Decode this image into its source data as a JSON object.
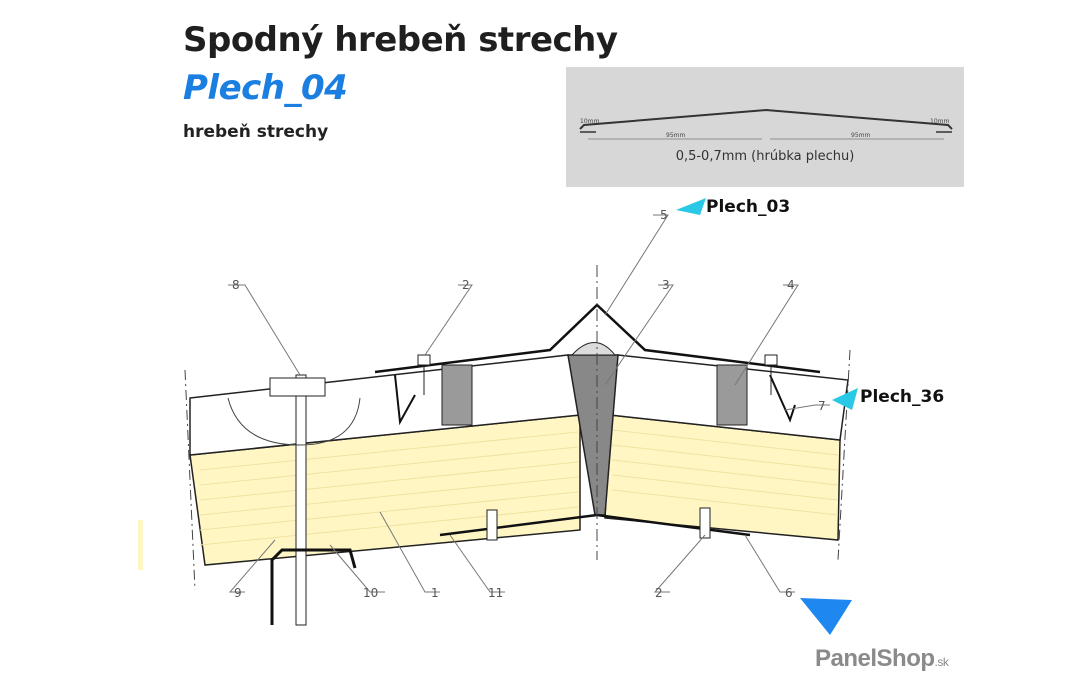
{
  "header": {
    "title": "Spodný hrebeň strechy",
    "subtitle": "Plech_04",
    "caption": "hrebeň strechy"
  },
  "profile": {
    "thickness_label": "0,5-0,7mm (hrúbka plechu)",
    "dim_left_fold": "10mm",
    "dim_right_fold": "10mm",
    "dim_left_leg": "95mm",
    "dim_right_leg": "95mm"
  },
  "tags": {
    "plech_03": "Plech_03",
    "plech_36": "Plech_36"
  },
  "callouts": [
    "1",
    "2",
    "2",
    "3",
    "4",
    "5",
    "6",
    "7",
    "8",
    "9",
    "10",
    "11"
  ],
  "brand": {
    "name": "PanelShop",
    "tld": ".sk"
  },
  "colors": {
    "accent_blue": "#1a7fe0",
    "arrow_cyan": "#29c8e6",
    "arrow_blue": "#1e88f0",
    "insulation": "#fff6c4",
    "profile_bg": "#d7d7d7"
  }
}
